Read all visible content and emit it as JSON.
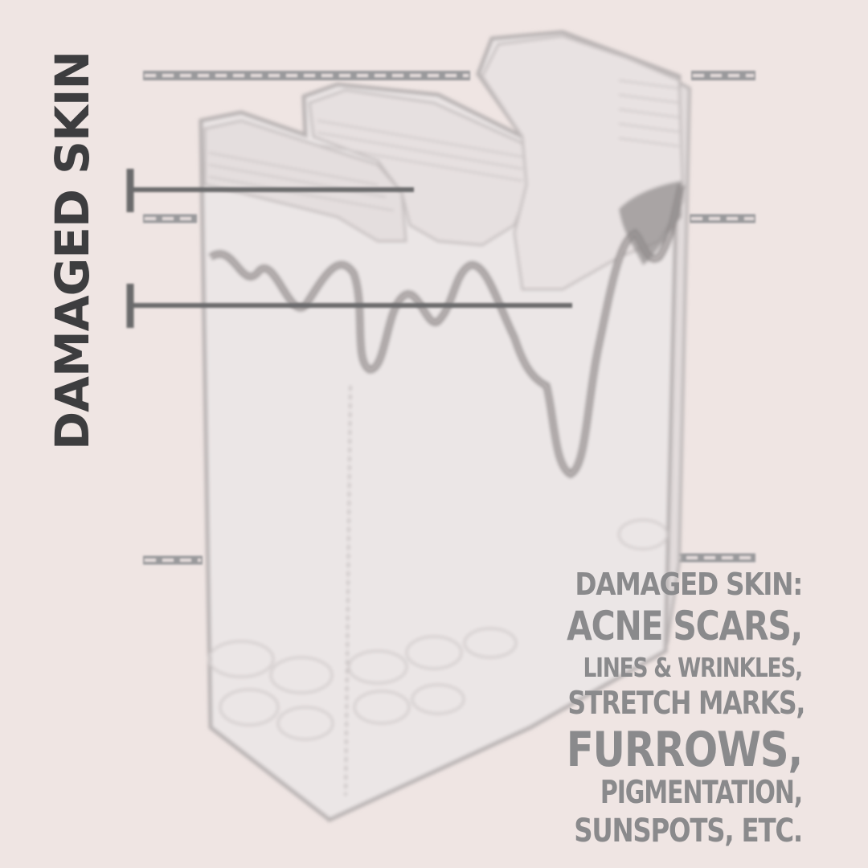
{
  "title_vertical": "DAMAGED SKIN",
  "caption": {
    "line1": "DAMAGED SKIN:",
    "line2": "ACNE SCARS,",
    "line3": "LINES & WRINKLES,",
    "line4": "STRETCH MARKS,",
    "line5": "FURROWS,",
    "line6": "PIGMENTATION,",
    "line7": "SUNSPOTS, ETC."
  },
  "colors": {
    "background": "#efe5e3",
    "title": "#3d3d3f",
    "caption": "#8a8a8c",
    "diagram_line": "#6a6a6c"
  }
}
